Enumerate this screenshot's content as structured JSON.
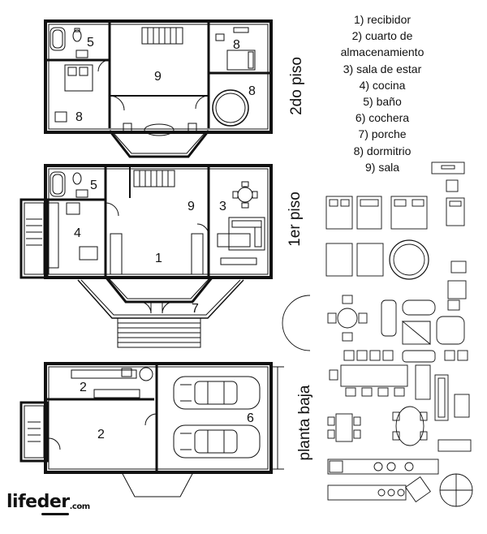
{
  "legend": [
    "1) recibidor",
    "2) cuarto de",
    "almacenamiento",
    "3) sala de estar",
    "4) cocina",
    "5) baño",
    "6) cochera",
    "7) porche",
    "8) dormitrio",
    "9) sala"
  ],
  "floors": {
    "second": "2do piso",
    "first": "1er piso",
    "ground": "planta baja"
  },
  "rooms": {
    "f2_bath": "5",
    "f2_bed_top": "8",
    "f2_sala": "9",
    "f2_bed_right": "8",
    "f2_bed_left": "8",
    "f1_bath": "5",
    "f1_sala": "9",
    "f1_estar": "3",
    "f1_kitchen": "4",
    "f1_recibidor": "1",
    "f1_porche": "7",
    "g_storage_small": "2",
    "g_storage": "2",
    "g_garage": "6"
  },
  "logo": {
    "name": "lifeder",
    "domain": ".com"
  }
}
